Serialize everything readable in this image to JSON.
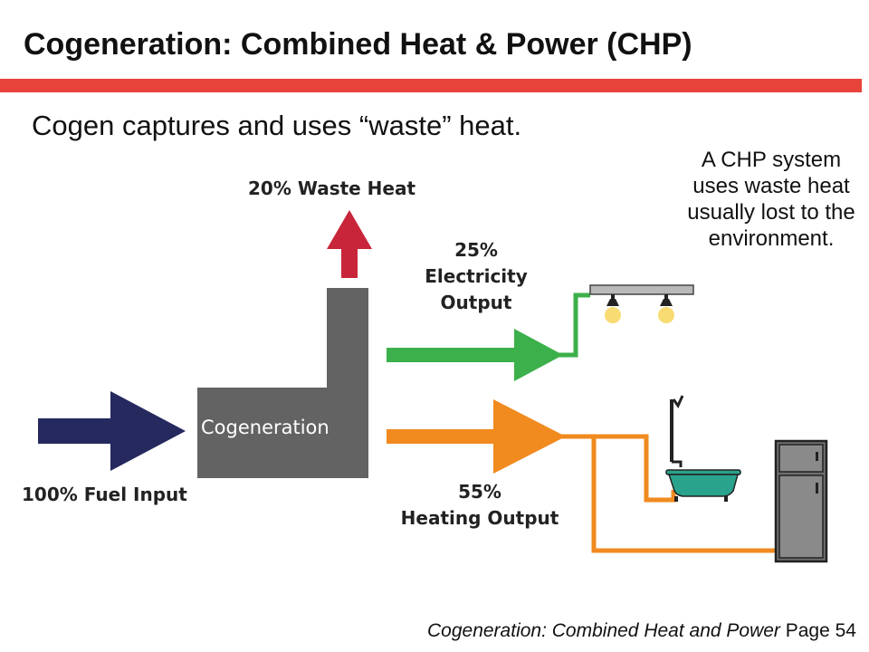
{
  "slide": {
    "title": "Cogeneration: Combined Heat & Power (CHP)",
    "subtitle": "Cogen captures and uses “waste” heat.",
    "side_note": "A CHP system uses waste heat usually lost to the environment.",
    "footer_italic": "Cogeneration: Combined Heat and Power",
    "footer_page": "Page 54"
  },
  "diagram": {
    "fuel_label": "100% Fuel Input",
    "plant_label": "Cogeneration",
    "waste_heat": {
      "percent": "20%",
      "label": "Waste Heat"
    },
    "electricity": {
      "percent": "25%",
      "line1": "Electricity",
      "line2": "Output"
    },
    "heating": {
      "percent": "55%",
      "label": "Heating Output"
    },
    "colors": {
      "fuel_arrow": "#25295e",
      "waste_arrow": "#c8253a",
      "electricity_arrow": "#3cb04a",
      "heating_arrow": "#f18a1f",
      "plant": "#636363",
      "accent_rule": "#e8433a"
    }
  }
}
